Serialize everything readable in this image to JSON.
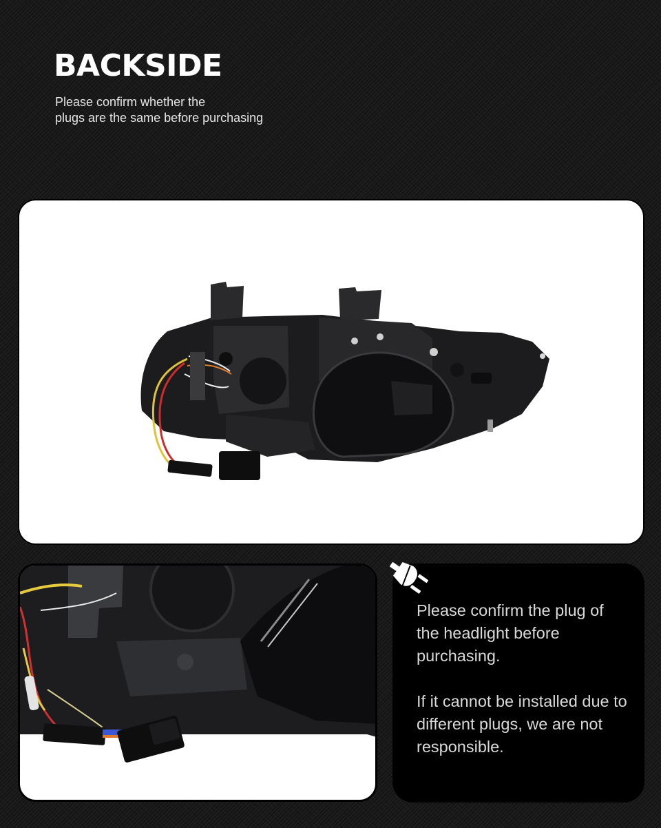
{
  "header": {
    "title": "BACKSIDE",
    "subtitle_line1": "Please confirm whether the",
    "subtitle_line2": "plugs are the same before purchasing"
  },
  "main_image": {
    "subject": "headlight-backside-photo",
    "background": "#ffffff"
  },
  "detail_image": {
    "subject": "headlight-plug-closeup-photo"
  },
  "notice": {
    "icon": "plug-icon",
    "paragraph1": "Please confirm the plug of the headlight before purchasing.",
    "paragraph2": "If it cannot be installed due to different plugs, we are not responsible."
  },
  "colors": {
    "page_background": "#1b1b1b",
    "title_text": "#ffffff",
    "notice_panel": "#000000",
    "notice_text": "#d9d9d9"
  }
}
